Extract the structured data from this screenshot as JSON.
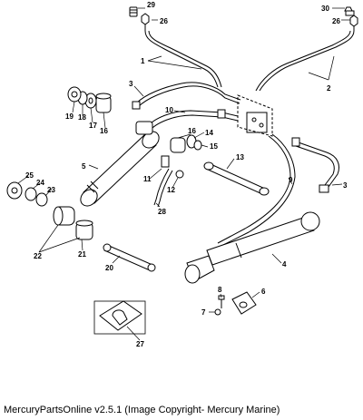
{
  "callouts": [
    "1",
    "2",
    "3",
    "3",
    "4",
    "5",
    "6",
    "7",
    "8",
    "9",
    "10",
    "11",
    "12",
    "13",
    "14",
    "15",
    "16",
    "16",
    "17",
    "18",
    "19",
    "20",
    "21",
    "22",
    "23",
    "24",
    "25",
    "26",
    "26",
    "27",
    "28",
    "29",
    "30"
  ],
  "footer": {
    "caption": "MercuryPartsOnline v2.5.1 (Image Copyright- Mercury Marine)"
  }
}
